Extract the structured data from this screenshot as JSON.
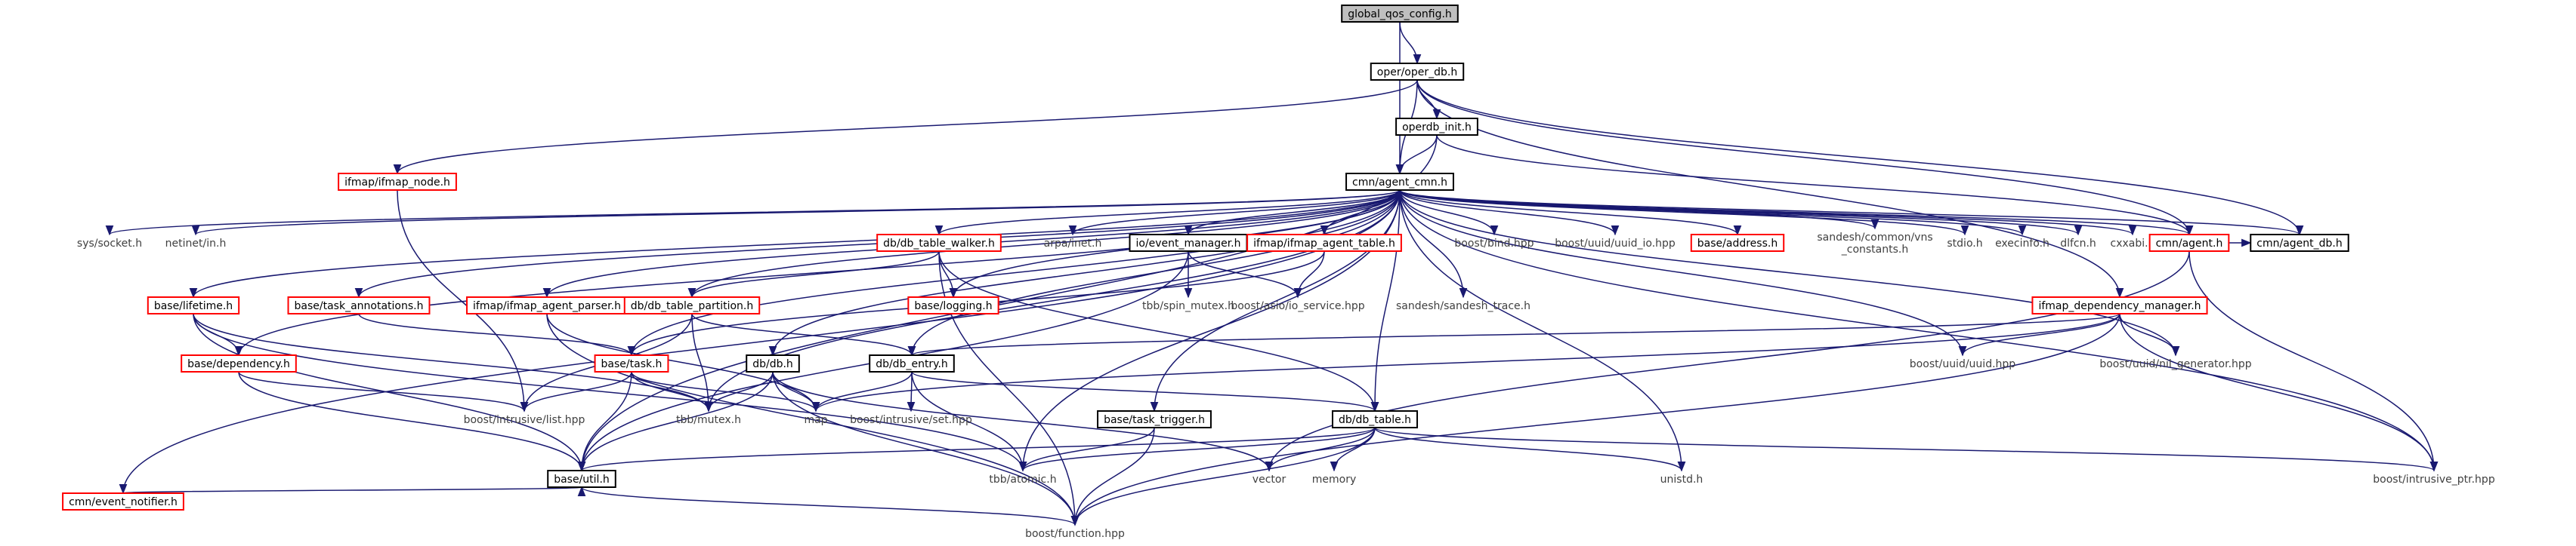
{
  "diagram": {
    "colors": {
      "edge": "#191970",
      "root_fill": "#bfbfbf",
      "box_black": "#000000",
      "box_red": "#ff0000",
      "text_black": "#000000",
      "text_grey": "#404040"
    },
    "nodes": [
      {
        "id": "global_qos_config",
        "label": "global_qos_config.h",
        "style": "root"
      },
      {
        "id": "oper_db",
        "label": "oper/oper_db.h",
        "style": "black"
      },
      {
        "id": "operdb_init",
        "label": "operdb_init.h",
        "style": "black"
      },
      {
        "id": "ifmap_node",
        "label": "ifmap/ifmap_node.h",
        "style": "red"
      },
      {
        "id": "agent_cmn",
        "label": "cmn/agent_cmn.h",
        "style": "black"
      },
      {
        "id": "sys_socket",
        "label": "sys/socket.h",
        "style": "none"
      },
      {
        "id": "netinet_in",
        "label": "netinet/in.h",
        "style": "none"
      },
      {
        "id": "event_notifier",
        "label": "cmn/event_notifier.h",
        "style": "red"
      },
      {
        "id": "lifetime",
        "label": "base/lifetime.h",
        "style": "red"
      },
      {
        "id": "task_annotations",
        "label": "base/task_annotations.h",
        "style": "red"
      },
      {
        "id": "ifmap_agent_parser",
        "label": "ifmap/ifmap_agent_parser.h",
        "style": "red"
      },
      {
        "id": "db_table_partition",
        "label": "db/db_table_partition.h",
        "style": "red"
      },
      {
        "id": "db_table_walker",
        "label": "db/db_table_walker.h",
        "style": "red"
      },
      {
        "id": "logging",
        "label": "base/logging.h",
        "style": "red"
      },
      {
        "id": "arpa_inet",
        "label": "arpa/inet.h",
        "style": "none"
      },
      {
        "id": "event_manager",
        "label": "io/event_manager.h",
        "style": "black"
      },
      {
        "id": "tbb_spin_mutex",
        "label": "tbb/spin_mutex.h",
        "style": "none"
      },
      {
        "id": "ifmap_agent_table",
        "label": "ifmap/ifmap_agent_table.h",
        "style": "red"
      },
      {
        "id": "asio_io_service",
        "label": "boost/asio/io_service.hpp",
        "style": "none"
      },
      {
        "id": "sandesh_trace",
        "label": "sandesh/sandesh_trace.h",
        "style": "none"
      },
      {
        "id": "boost_bind",
        "label": "boost/bind.hpp",
        "style": "none"
      },
      {
        "id": "uuid_io",
        "label": "boost/uuid/uuid_io.hpp",
        "style": "none"
      },
      {
        "id": "base_address",
        "label": "base/address.h",
        "style": "red"
      },
      {
        "id": "sandesh_vns",
        "label": "sandesh/common/vns\n_constants.h",
        "style": "none"
      },
      {
        "id": "stdio",
        "label": "stdio.h",
        "style": "none"
      },
      {
        "id": "execinfo",
        "label": "execinfo.h",
        "style": "none"
      },
      {
        "id": "dlfcn",
        "label": "dlfcn.h",
        "style": "none"
      },
      {
        "id": "cxxabi",
        "label": "cxxabi.h",
        "style": "none"
      },
      {
        "id": "cmn_agent",
        "label": "cmn/agent.h",
        "style": "red"
      },
      {
        "id": "agent_db",
        "label": "cmn/agent_db.h",
        "style": "black"
      },
      {
        "id": "ifmap_dependency_manager",
        "label": "ifmap_dependency_manager.h",
        "style": "red"
      },
      {
        "id": "base_dependency",
        "label": "base/dependency.h",
        "style": "red"
      },
      {
        "id": "base_task",
        "label": "base/task.h",
        "style": "red"
      },
      {
        "id": "db_db",
        "label": "db/db.h",
        "style": "black"
      },
      {
        "id": "db_entry",
        "label": "db/db_entry.h",
        "style": "black"
      },
      {
        "id": "boost_uuid",
        "label": "boost/uuid/uuid.hpp",
        "style": "none"
      },
      {
        "id": "nil_generator",
        "label": "boost/uuid/nil_generator.hpp",
        "style": "none"
      },
      {
        "id": "intrusive_list",
        "label": "boost/intrusive/list.hpp",
        "style": "none"
      },
      {
        "id": "tbb_mutex",
        "label": "tbb/mutex.h",
        "style": "none"
      },
      {
        "id": "map",
        "label": "map",
        "style": "none"
      },
      {
        "id": "intrusive_set",
        "label": "boost/intrusive/set.hpp",
        "style": "none"
      },
      {
        "id": "task_trigger",
        "label": "base/task_trigger.h",
        "style": "black"
      },
      {
        "id": "db_table",
        "label": "db/db_table.h",
        "style": "black"
      },
      {
        "id": "base_util",
        "label": "base/util.h",
        "style": "black"
      },
      {
        "id": "tbb_atomic",
        "label": "tbb/atomic.h",
        "style": "none"
      },
      {
        "id": "vector",
        "label": "vector",
        "style": "none"
      },
      {
        "id": "memory",
        "label": "memory",
        "style": "none"
      },
      {
        "id": "unistd",
        "label": "unistd.h",
        "style": "none"
      },
      {
        "id": "intrusive_ptr",
        "label": "boost/intrusive_ptr.hpp",
        "style": "none"
      },
      {
        "id": "boost_function",
        "label": "boost/function.hpp",
        "style": "none"
      }
    ],
    "edges": [
      [
        "global_qos_config",
        "oper_db"
      ],
      [
        "global_qos_config",
        "agent_cmn"
      ],
      [
        "oper_db",
        "operdb_init"
      ],
      [
        "oper_db",
        "ifmap_node"
      ],
      [
        "oper_db",
        "agent_cmn"
      ],
      [
        "oper_db",
        "cmn_agent"
      ],
      [
        "oper_db",
        "agent_db"
      ],
      [
        "oper_db",
        "ifmap_dependency_manager"
      ],
      [
        "operdb_init",
        "agent_cmn"
      ],
      [
        "operdb_init",
        "base_util"
      ],
      [
        "operdb_init",
        "cmn_agent"
      ],
      [
        "ifmap_node",
        "intrusive_list"
      ],
      [
        "agent_cmn",
        "sys_socket"
      ],
      [
        "agent_cmn",
        "netinet_in"
      ],
      [
        "agent_cmn",
        "event_notifier"
      ],
      [
        "agent_cmn",
        "lifetime"
      ],
      [
        "agent_cmn",
        "base_dependency"
      ],
      [
        "agent_cmn",
        "task_annotations"
      ],
      [
        "agent_cmn",
        "base_task"
      ],
      [
        "agent_cmn",
        "ifmap_agent_parser"
      ],
      [
        "agent_cmn",
        "db_db"
      ],
      [
        "agent_cmn",
        "db_table_partition"
      ],
      [
        "agent_cmn",
        "tbb_mutex"
      ],
      [
        "agent_cmn",
        "db_entry"
      ],
      [
        "agent_cmn",
        "tbb_atomic"
      ],
      [
        "agent_cmn",
        "db_table_walker"
      ],
      [
        "agent_cmn",
        "logging"
      ],
      [
        "agent_cmn",
        "arpa_inet"
      ],
      [
        "agent_cmn",
        "event_manager"
      ],
      [
        "agent_cmn",
        "ifmap_agent_table"
      ],
      [
        "agent_cmn",
        "sandesh_trace"
      ],
      [
        "agent_cmn",
        "task_trigger"
      ],
      [
        "agent_cmn",
        "boost_bind"
      ],
      [
        "agent_cmn",
        "uuid_io"
      ],
      [
        "agent_cmn",
        "base_address"
      ],
      [
        "agent_cmn",
        "sandesh_vns"
      ],
      [
        "agent_cmn",
        "stdio"
      ],
      [
        "agent_cmn",
        "execinfo"
      ],
      [
        "agent_cmn",
        "dlfcn"
      ],
      [
        "agent_cmn",
        "cxxabi"
      ],
      [
        "agent_cmn",
        "cmn_agent"
      ],
      [
        "agent_cmn",
        "agent_db"
      ],
      [
        "agent_cmn",
        "db_table"
      ],
      [
        "agent_cmn",
        "boost_uuid"
      ],
      [
        "agent_cmn",
        "nil_generator"
      ],
      [
        "agent_cmn",
        "intrusive_ptr"
      ],
      [
        "agent_cmn",
        "unistd"
      ],
      [
        "event_notifier",
        "base_util"
      ],
      [
        "lifetime",
        "base_dependency"
      ],
      [
        "lifetime",
        "tbb_mutex"
      ],
      [
        "lifetime",
        "tbb_atomic"
      ],
      [
        "lifetime",
        "base_util"
      ],
      [
        "task_annotations",
        "base_task"
      ],
      [
        "ifmap_agent_parser",
        "map"
      ],
      [
        "ifmap_agent_parser",
        "boost_function"
      ],
      [
        "db_table_partition",
        "intrusive_list"
      ],
      [
        "db_table_partition",
        "tbb_mutex"
      ],
      [
        "db_table_partition",
        "db_entry"
      ],
      [
        "db_table_walker",
        "db_table_partition"
      ],
      [
        "db_table_walker",
        "logging"
      ],
      [
        "db_table_walker",
        "db_table"
      ],
      [
        "db_table_walker",
        "boost_function"
      ],
      [
        "event_manager",
        "tbb_spin_mutex"
      ],
      [
        "event_manager",
        "asio_io_service"
      ],
      [
        "event_manager",
        "base_util"
      ],
      [
        "ifmap_agent_table",
        "asio_io_service"
      ],
      [
        "ifmap_agent_table",
        "base_task"
      ],
      [
        "cmn_agent",
        "vector"
      ],
      [
        "cmn_agent",
        "intrusive_ptr"
      ],
      [
        "cmn_agent",
        "agent_db"
      ],
      [
        "ifmap_dependency_manager",
        "db_entry"
      ],
      [
        "ifmap_dependency_manager",
        "boost_uuid"
      ],
      [
        "ifmap_dependency_manager",
        "nil_generator"
      ],
      [
        "ifmap_dependency_manager",
        "map"
      ],
      [
        "ifmap_dependency_manager",
        "intrusive_ptr"
      ],
      [
        "ifmap_dependency_manager",
        "boost_function"
      ],
      [
        "base_dependency",
        "intrusive_list"
      ],
      [
        "base_dependency",
        "base_util"
      ],
      [
        "base_task",
        "intrusive_list"
      ],
      [
        "base_task",
        "tbb_mutex"
      ],
      [
        "base_task",
        "map"
      ],
      [
        "base_task",
        "base_util"
      ],
      [
        "db_db",
        "tbb_mutex"
      ],
      [
        "db_db",
        "map"
      ],
      [
        "db_db",
        "vector"
      ],
      [
        "db_db",
        "base_util"
      ],
      [
        "db_db",
        "boost_function"
      ],
      [
        "db_entry",
        "map"
      ],
      [
        "db_entry",
        "intrusive_set"
      ],
      [
        "db_entry",
        "tbb_atomic"
      ],
      [
        "db_entry",
        "db_table"
      ],
      [
        "task_trigger",
        "tbb_atomic"
      ],
      [
        "task_trigger",
        "boost_function"
      ],
      [
        "db_table",
        "base_util"
      ],
      [
        "db_table",
        "tbb_atomic"
      ],
      [
        "db_table",
        "vector"
      ],
      [
        "db_table",
        "memory"
      ],
      [
        "db_table",
        "unistd"
      ],
      [
        "db_table",
        "intrusive_ptr"
      ],
      [
        "db_table",
        "boost_function"
      ],
      [
        "base_util",
        "boost_function"
      ]
    ]
  }
}
